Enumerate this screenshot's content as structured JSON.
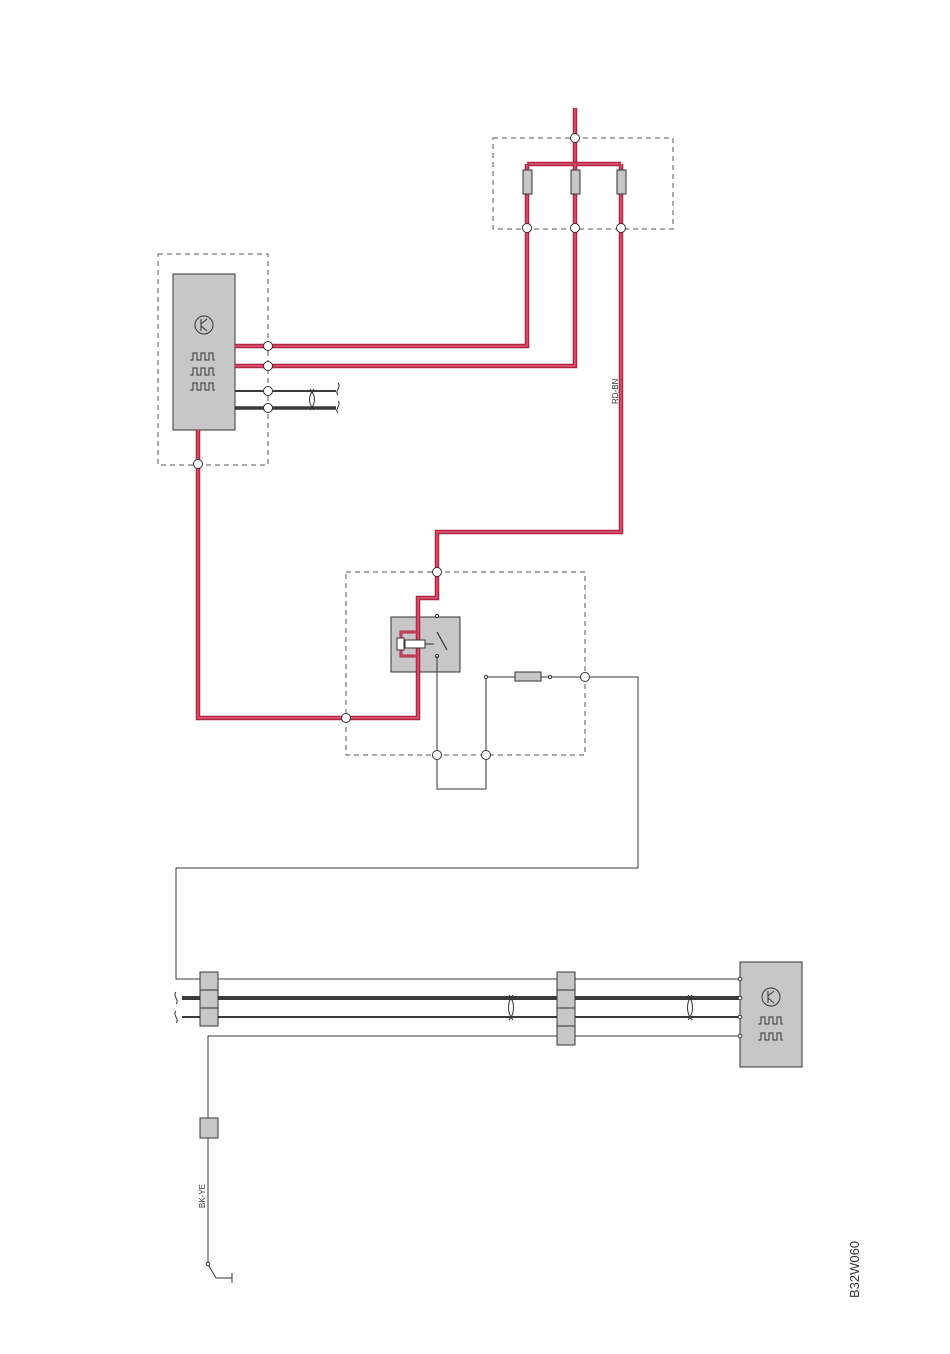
{
  "colors": {
    "power_wire": "#b5223f",
    "power_wire_core": "#e06a82",
    "signal_wire": "#3a3a3a",
    "module_fill": "#c7c7c7",
    "box_stroke": "#555555"
  },
  "labels": {
    "wire_rd_bn": "RD-BN",
    "wire_bk_ye": "BK-YE",
    "figure_code": "B32W060"
  },
  "icons": {
    "control_module_top": "transistor-symbol-icon",
    "control_module_bottom": "transistor-symbol-icon",
    "pulse": "square-wave-icon",
    "twisted_pair": "twisted-pair-icon",
    "ground": "ground-symbol-icon"
  }
}
